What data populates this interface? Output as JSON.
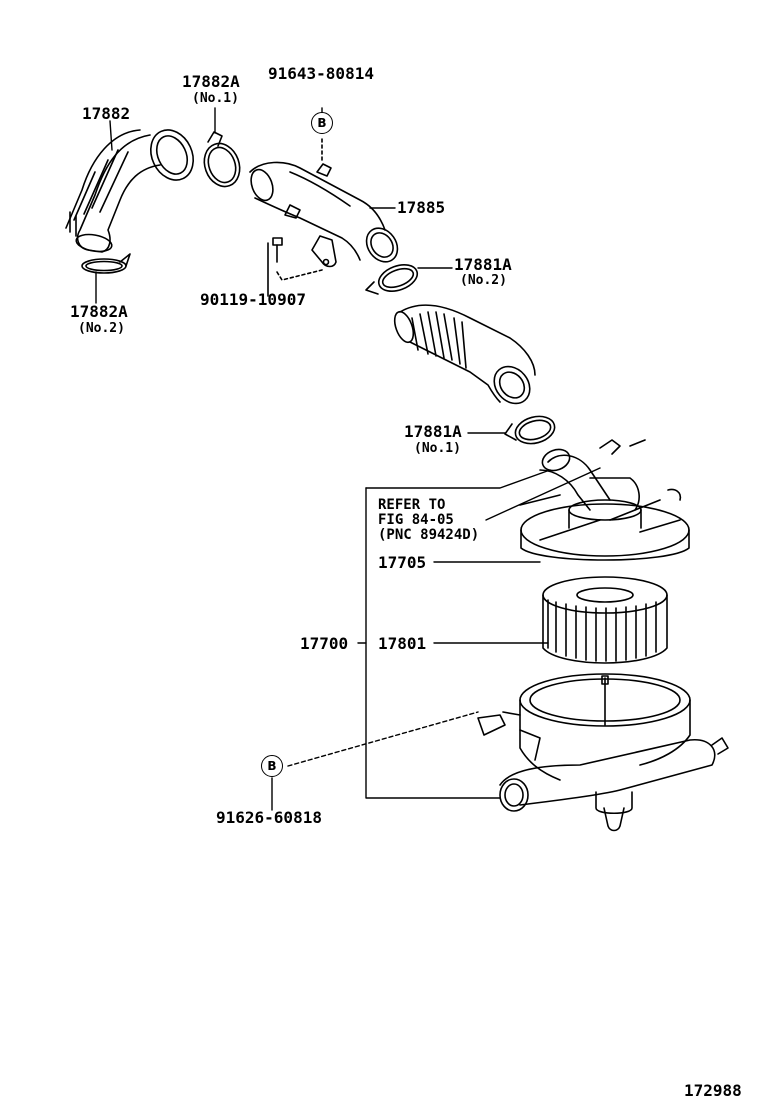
{
  "labels": {
    "p17882": "17882",
    "p17882A_top": "17882A",
    "p17882A_top_sub": "(No.1)",
    "p17882A_bot": "17882A",
    "p17882A_bot_sub": "(No.2)",
    "p91643": "91643-80814",
    "p17885": "17885",
    "p90119": "90119-10907",
    "p17881A_no2": "17881A",
    "p17881A_no2_sub": "(No.2)",
    "p17881A_no1": "17881A",
    "p17881A_no1_sub": "(No.1)",
    "refer_line1": "REFER TO",
    "refer_line2": "FIG 84-05",
    "refer_line3": "(PNC 89424D)",
    "p17705": "17705",
    "p17700": "17700",
    "p17801": "17801",
    "p91626": "91626-60818",
    "fig_number": "172988"
  },
  "markers": {
    "b_top": "B",
    "b_bottom": "B"
  },
  "colors": {
    "ink": "#000000",
    "paper": "#ffffff"
  }
}
